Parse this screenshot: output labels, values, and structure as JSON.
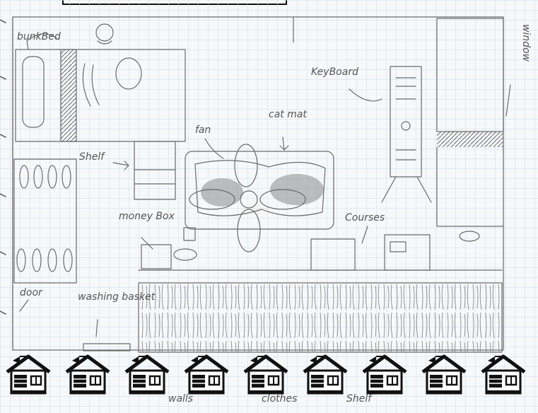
{
  "labels": {
    "bunk_bed": "bunkBed",
    "keyboard": "KeyBoard",
    "window": "window",
    "shelf": "Shelf",
    "fan": "fan",
    "cat_mat": "cat mat",
    "money_box": "money Box",
    "washing_basket": "washing basket",
    "door": "door",
    "courses": "Courses",
    "bottom_left": "walls",
    "bottom_middle": "clothes",
    "bottom_right": "Shelf"
  },
  "colors": {
    "grid": "#c9dbe8",
    "pencil": "#6a6a6a",
    "shading": "#8a8a8a",
    "house": "#111111"
  },
  "icons": {
    "house": "house-icon",
    "arrow": "arrow-right-icon"
  }
}
